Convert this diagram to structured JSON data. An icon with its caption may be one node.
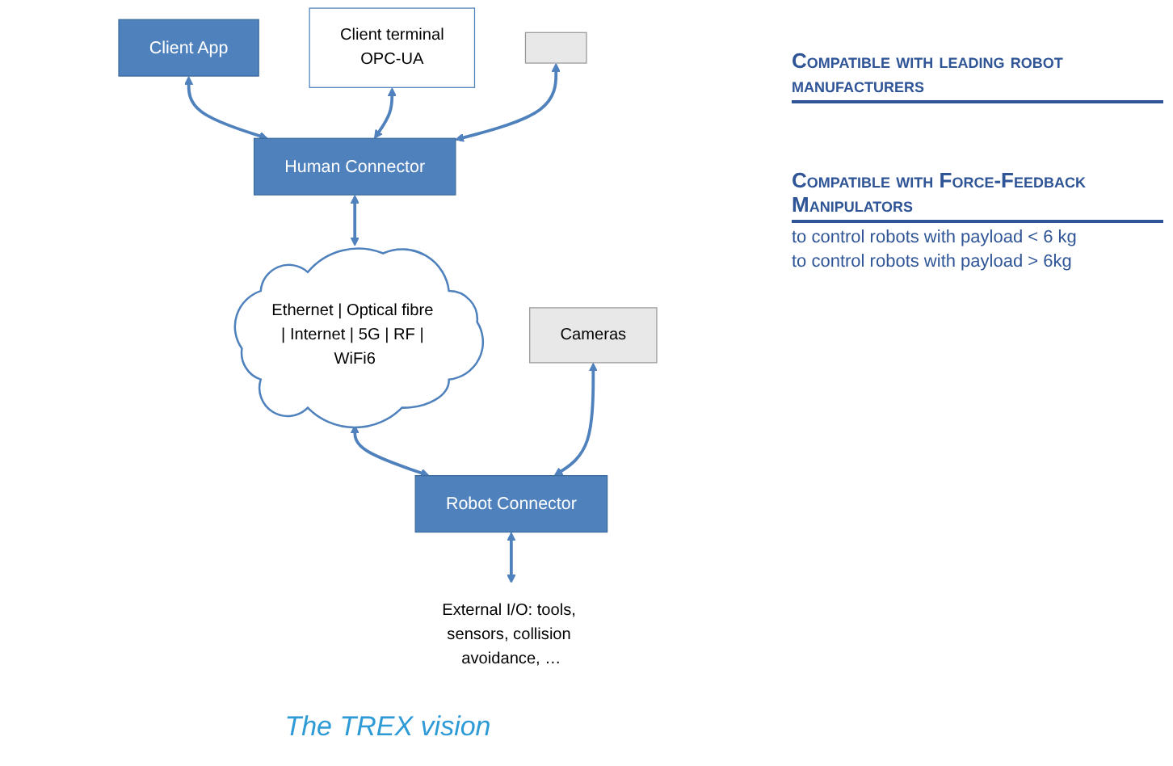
{
  "diagram": {
    "caption": "The TREX vision",
    "nodes": [
      {
        "text": [
          "Client terminal",
          "OPC-UA"
        ]
      },
      {
        "text": [
          "Client App"
        ]
      },
      {
        "text": [
          "Human Connector"
        ]
      },
      {
        "text": [],
        "shape": "box"
      },
      {
        "text": [
          "Cameras"
        ]
      },
      {
        "text": [
          "Ethernet | Optical fibre | Internet | 5G | RF | WiFi6"
        ]
      },
      {
        "text": [
          "Robot Connector"
        ]
      },
      {
        "text": [
          "External I/O: tools, sensors, collision avoidance, …"
        ]
      }
    ],
    "edges": [
      {
        "from": 1,
        "to": 2,
        "arrow": "both"
      },
      {
        "from": 0,
        "to": 2,
        "arrow": "both"
      },
      {
        "from": 3,
        "to": 2,
        "arrow": "both"
      },
      {
        "from": 2,
        "to": 5,
        "arrow": "both"
      },
      {
        "from": 5,
        "to": 6,
        "arrow": "both"
      },
      {
        "from": 4,
        "to": 6,
        "arrow": "both"
      },
      {
        "from": 6,
        "to": 7,
        "arrow": "both"
      }
    ],
    "labels": [
      "Compatible with leading robot manufacturers",
      "Compatible with Force-Feedback Manipulators",
      "to control robots with payload < 6 kg",
      "to control robots with payload > 6kg"
    ]
  }
}
